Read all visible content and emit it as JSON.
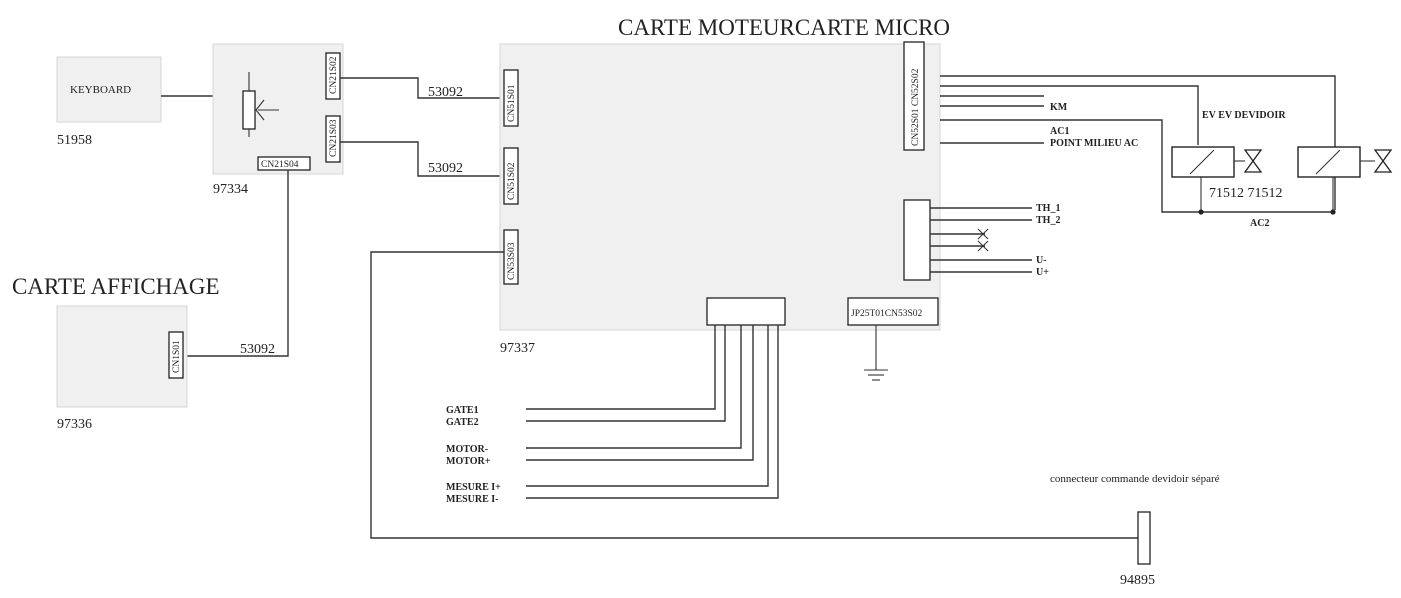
{
  "title_micro": "CARTE MOTEURCARTE MICRO",
  "title_affichage": "CARTE AFFICHAGE",
  "boards": {
    "keyboard": {
      "label": "KEYBOARD",
      "ref": "51958"
    },
    "interface": {
      "ref": "97334",
      "conn_top": "CN21S02",
      "conn_mid": "CN21S03",
      "conn_bottom": "CN21S04"
    },
    "affichage": {
      "ref": "97336",
      "conn": "CN1S01"
    },
    "micro": {
      "ref": "97337",
      "conn_cn51s01": "CN51S01",
      "conn_cn51s02": "CN51S02",
      "conn_cn53s03": "CN53S03",
      "conn_right": "CN52S01 CN52S02",
      "conn_bottom_right": "JP25T01CN53S02"
    },
    "remote": {
      "ref": "94895"
    }
  },
  "cable_labels": {
    "c1": "53092",
    "c2": "53092",
    "c3": "53092"
  },
  "outputs_right": {
    "km": "KM",
    "ac1": "AC1",
    "point_milieu": "POINT MILIEU AC",
    "th1": "TH_1",
    "th2": "TH_2",
    "u_minus": "U-",
    "u_plus": "U+"
  },
  "valves": {
    "title": "EV EV DEVIDOIR",
    "refs": "71512 71512",
    "ac2": "AC2"
  },
  "bottom_signals": {
    "gate1": "GATE1",
    "gate2": "GATE2",
    "motor_minus": "MOTOR-",
    "motor_plus": "MOTOR+",
    "mesure_plus": "MESURE I+",
    "mesure_minus": "MESURE I-"
  },
  "note": "connecteur commande devidoir séparé"
}
